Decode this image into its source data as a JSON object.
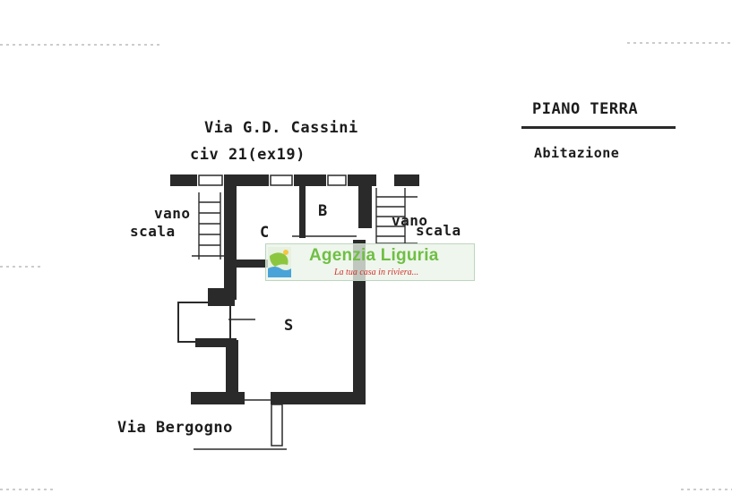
{
  "header": {
    "floor": "PIANO TERRA",
    "use": "Abitazione"
  },
  "streets": {
    "top_name": "Via G.D. Cassini",
    "top_civic": "civ 21(ex19)",
    "bottom_name": "Via Bergogno"
  },
  "stairs": {
    "left_line1": "vano",
    "left_line2": "scala",
    "right_line1": "vano",
    "right_line2": "scala"
  },
  "rooms": {
    "c": "C",
    "b": "B",
    "s": "S"
  },
  "watermark": {
    "name": "Agenzia Liguria",
    "tagline": "La tua casa in riviera...",
    "colors": {
      "name": "#6fbf44",
      "tagline": "#d2322d",
      "logo_sea": "#4aa3d8",
      "logo_land": "#8cc63f"
    }
  },
  "colors": {
    "ink": "#1c1c1c",
    "wall": "#2a2a2a",
    "paper": "#ffffff"
  }
}
